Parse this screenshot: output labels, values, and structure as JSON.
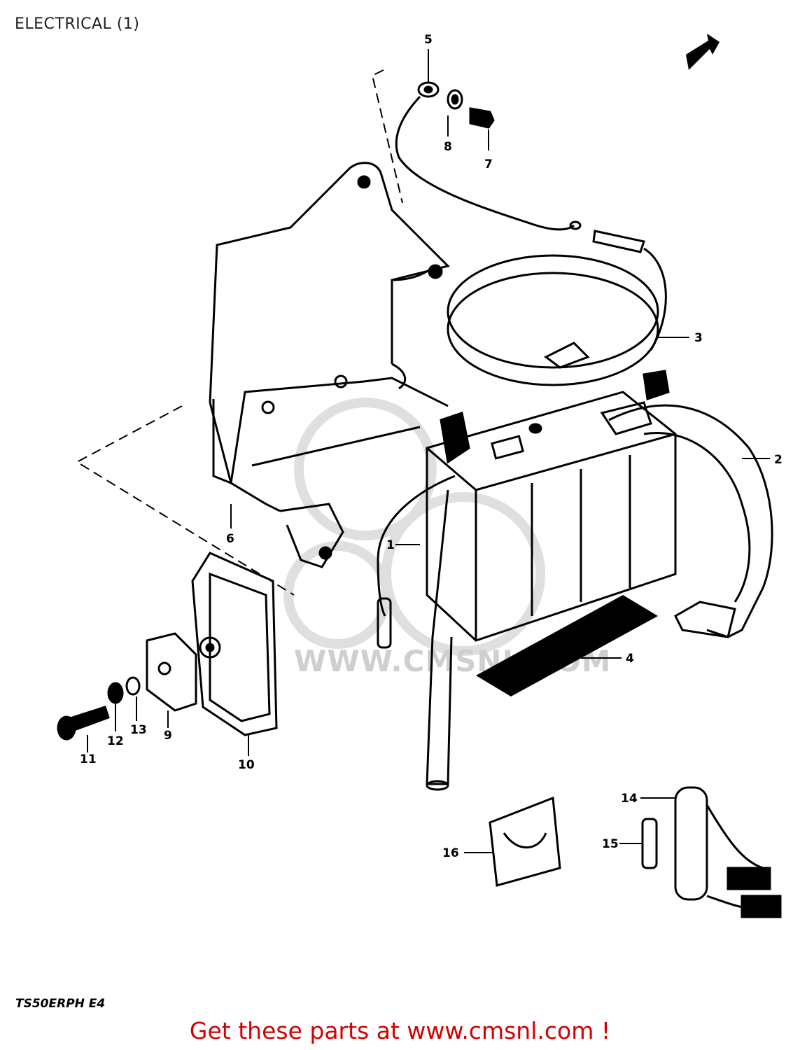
{
  "header": {
    "title": "ELECTRICAL (1)"
  },
  "diagram": {
    "code": "TS50ERPH E4",
    "callouts": {
      "c1": "1",
      "c2": "2",
      "c3": "3",
      "c4": "4",
      "c5": "5",
      "c6": "6",
      "c7": "7",
      "c8": "8",
      "c9": "9",
      "c10": "10",
      "c11": "11",
      "c12": "12",
      "c13": "13",
      "c14": "14",
      "c15": "15",
      "c16": "16"
    }
  },
  "watermark": {
    "text": "WWW.CMSNL.COM"
  },
  "footer": {
    "text": "Get these parts at www.cmsnl.com !"
  }
}
